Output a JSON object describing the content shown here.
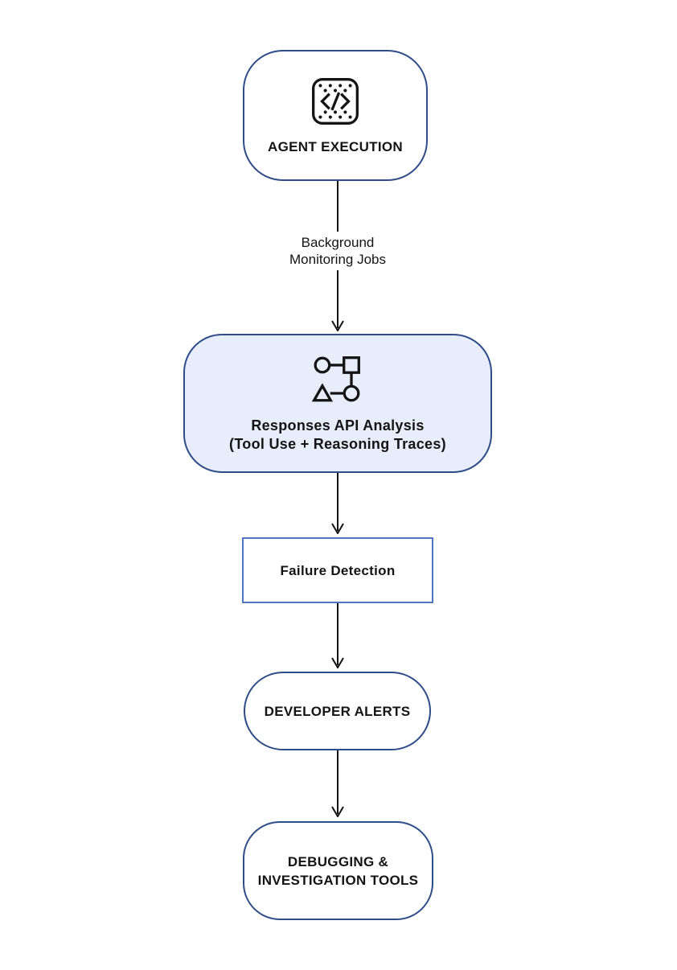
{
  "diagram": {
    "title": "Agent monitoring flowchart",
    "colors": {
      "navy_border": "#2e4c87",
      "light_fill": "#e7edfb",
      "detection_border": "#5276c4",
      "ink": "#141414"
    },
    "nodes": [
      {
        "id": "agent-execution",
        "shape": "rounded",
        "icon": "code-icon",
        "label": "AGENT EXECUTION"
      },
      {
        "id": "responses-api-analysis",
        "shape": "rounded-filled",
        "icon": "workflow-icon",
        "label_line1": "Responses API Analysis",
        "label_line2": "(Tool Use + Reasoning Traces)"
      },
      {
        "id": "failure-detection",
        "shape": "rect",
        "label": "Failure Detection"
      },
      {
        "id": "developer-alerts",
        "shape": "pill",
        "label": "DEVELOPER ALERTS"
      },
      {
        "id": "debugging-tools",
        "shape": "rounded",
        "label_line1": "DEBUGGING &",
        "label_line2": "INVESTIGATION TOOLS"
      }
    ],
    "edges": [
      {
        "from": "agent-execution",
        "to": "responses-api-analysis",
        "label_line1": "Background",
        "label_line2": "Monitoring Jobs"
      },
      {
        "from": "responses-api-analysis",
        "to": "failure-detection"
      },
      {
        "from": "failure-detection",
        "to": "developer-alerts"
      },
      {
        "from": "developer-alerts",
        "to": "debugging-tools"
      }
    ]
  }
}
